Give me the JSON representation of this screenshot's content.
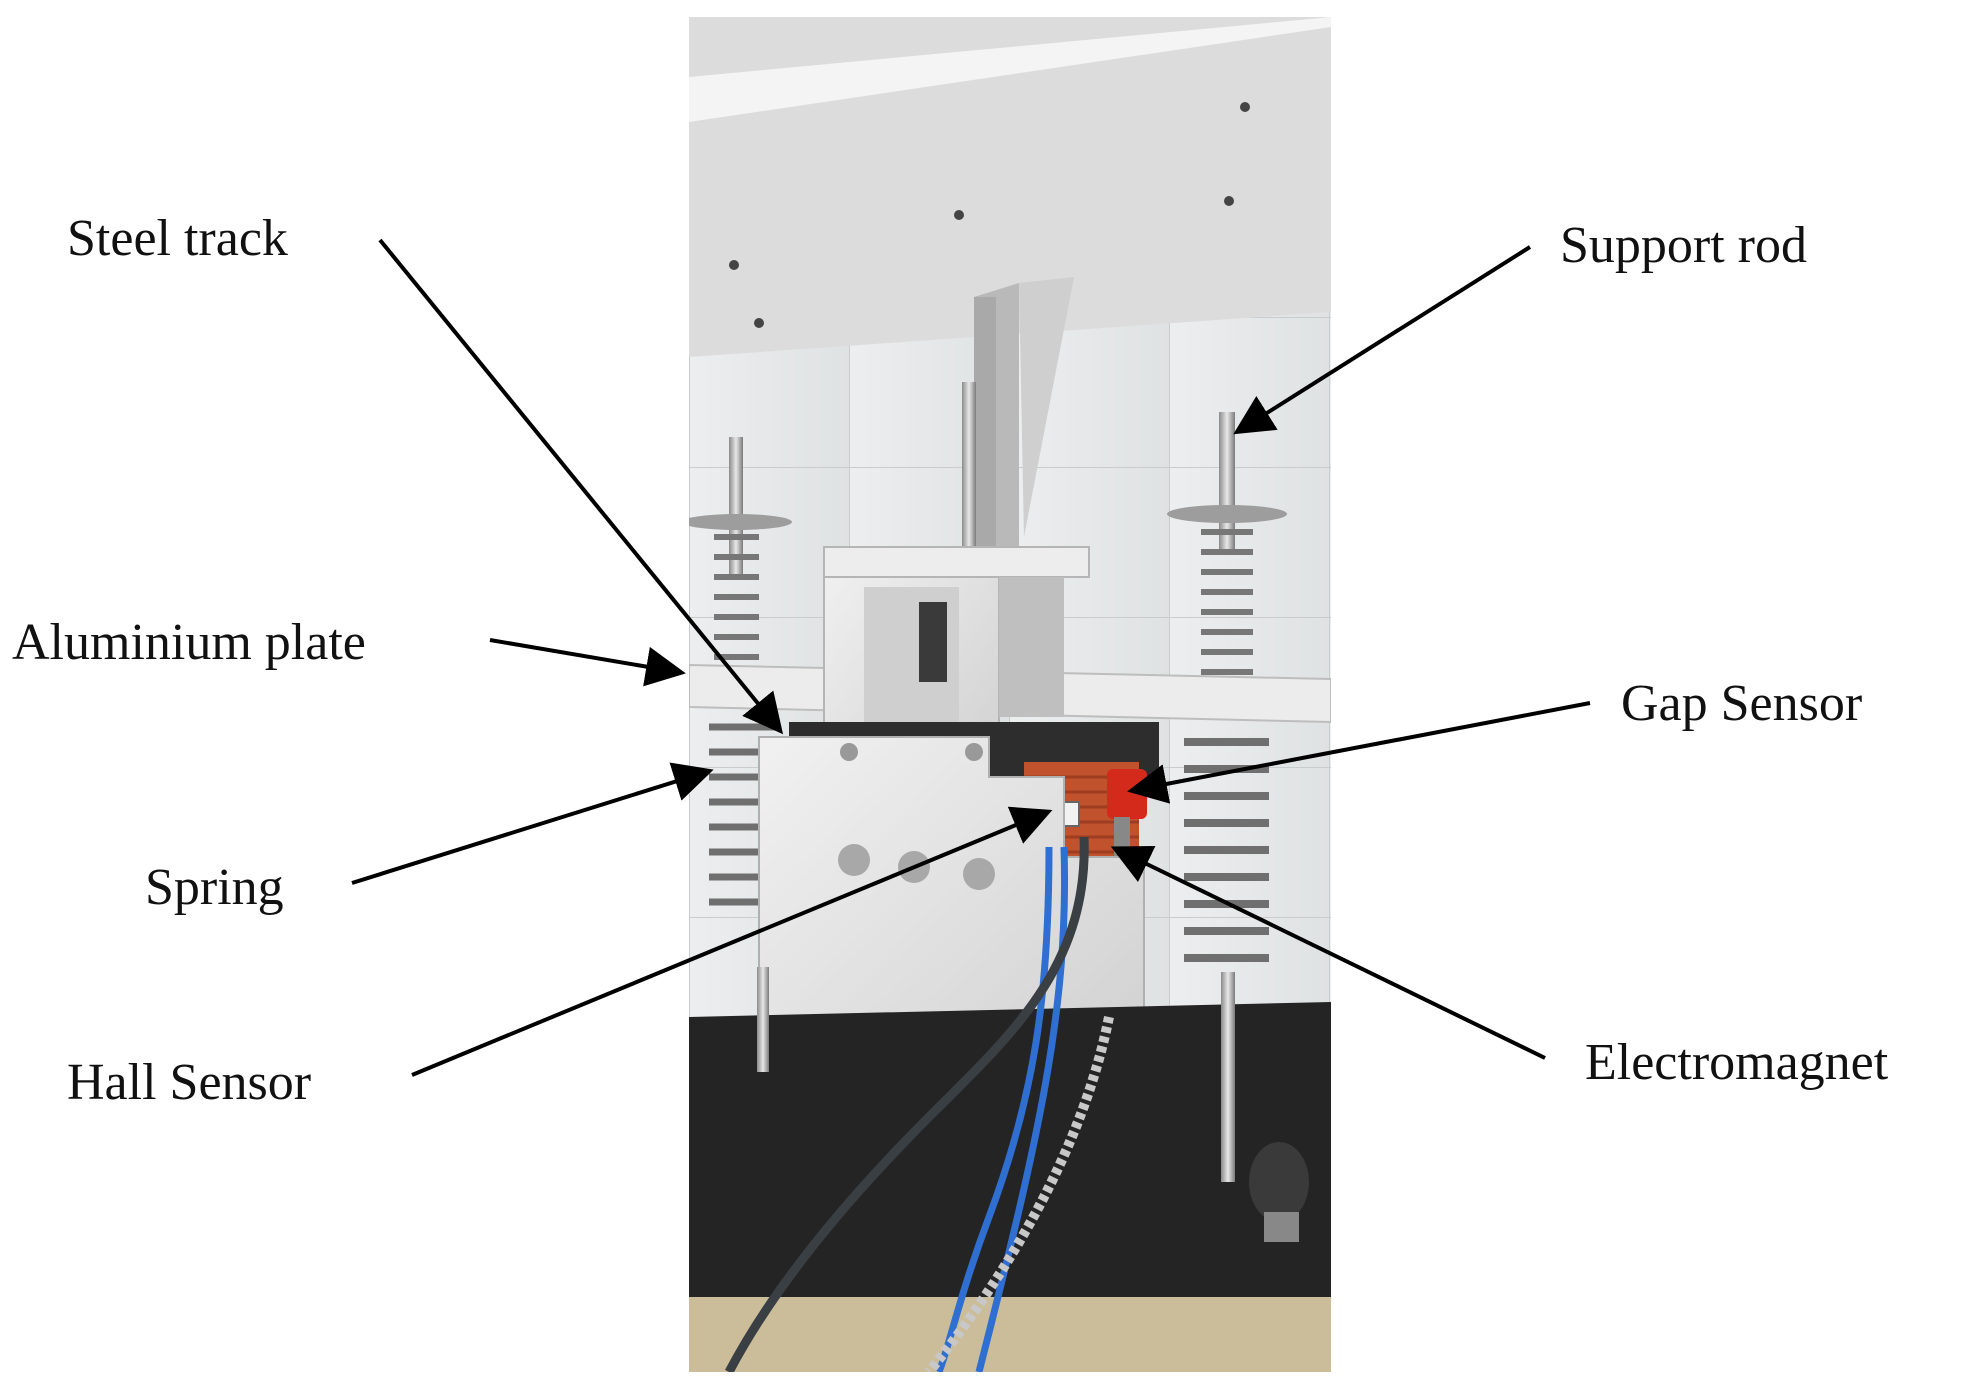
{
  "labels": {
    "steel_track": "Steel track",
    "support_rod": "Support rod",
    "aluminium_plate": "Aluminium plate",
    "gap_sensor": "Gap Sensor",
    "spring": "Spring",
    "hall_sensor": "Hall Sensor",
    "electromagnet": "Electromagnet"
  },
  "colors": {
    "label_text": "#111111",
    "arrow": "#000000",
    "plate": "#e6e6e6",
    "coil": "#c0522e",
    "sensor_red": "#d42a1c",
    "cable_blue": "#2f6fd1"
  }
}
